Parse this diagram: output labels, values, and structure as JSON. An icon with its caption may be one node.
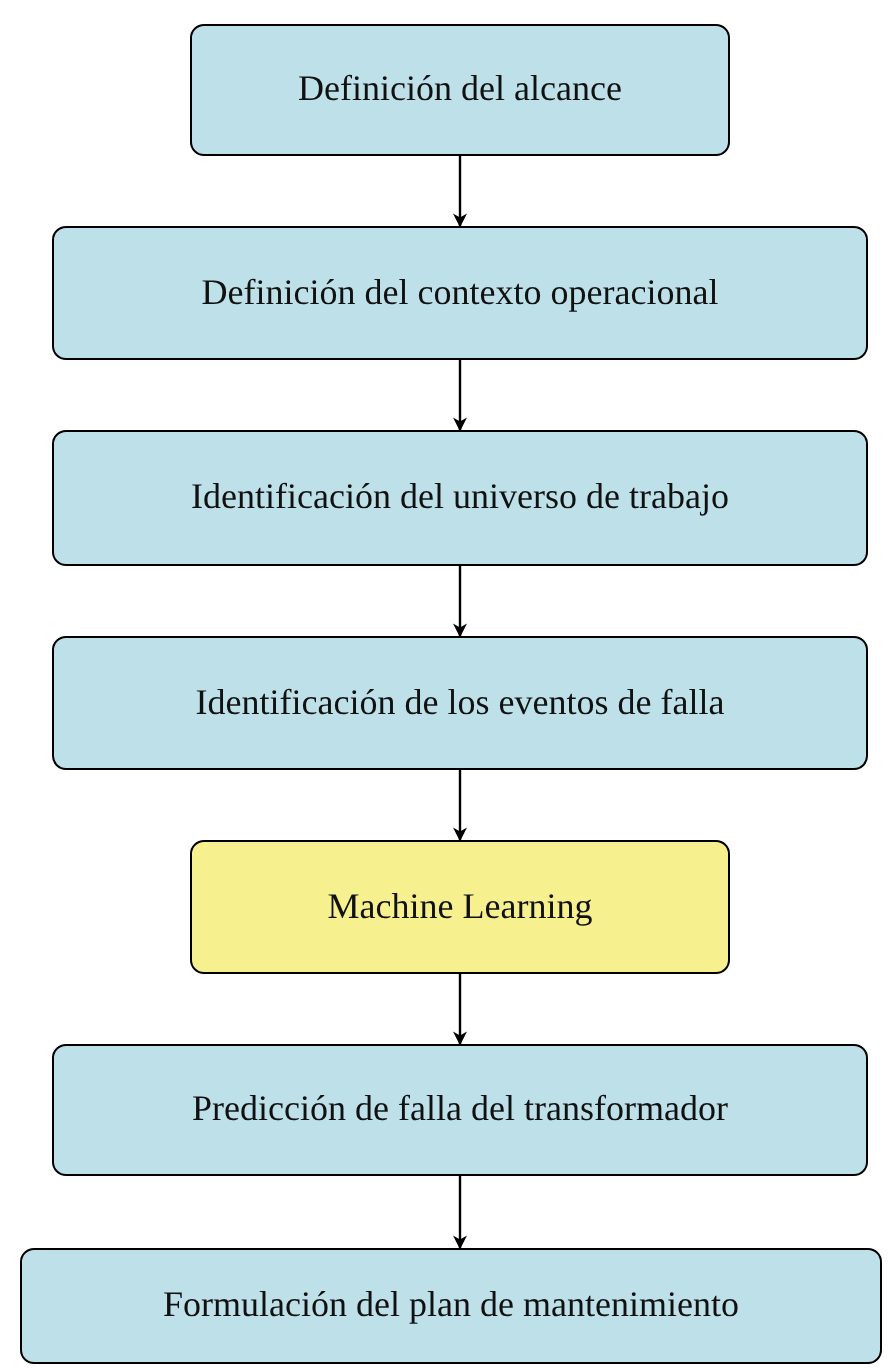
{
  "diagram": {
    "nodes": [
      {
        "text": [
          "Definición del alcance"
        ]
      },
      {
        "text": [
          "Definición del contexto operacional"
        ]
      },
      {
        "text": [
          "Identificación del universo de trabajo"
        ]
      },
      {
        "text": [
          "Identificación de los eventos de falla"
        ]
      },
      {
        "text": [
          "Machine Learning"
        ]
      },
      {
        "text": [
          "Predicción de falla del transformador"
        ]
      },
      {
        "text": [
          "Formulación del plan de mantenimiento"
        ]
      }
    ],
    "edges": [
      {
        "from": 0,
        "to": 1,
        "arrow": "to"
      },
      {
        "from": 1,
        "to": 2,
        "arrow": "to"
      },
      {
        "from": 2,
        "to": 3,
        "arrow": "to"
      },
      {
        "from": 3,
        "to": 4,
        "arrow": "to"
      },
      {
        "from": 4,
        "to": 5,
        "arrow": "to"
      },
      {
        "from": 5,
        "to": 6,
        "arrow": "to"
      }
    ]
  }
}
